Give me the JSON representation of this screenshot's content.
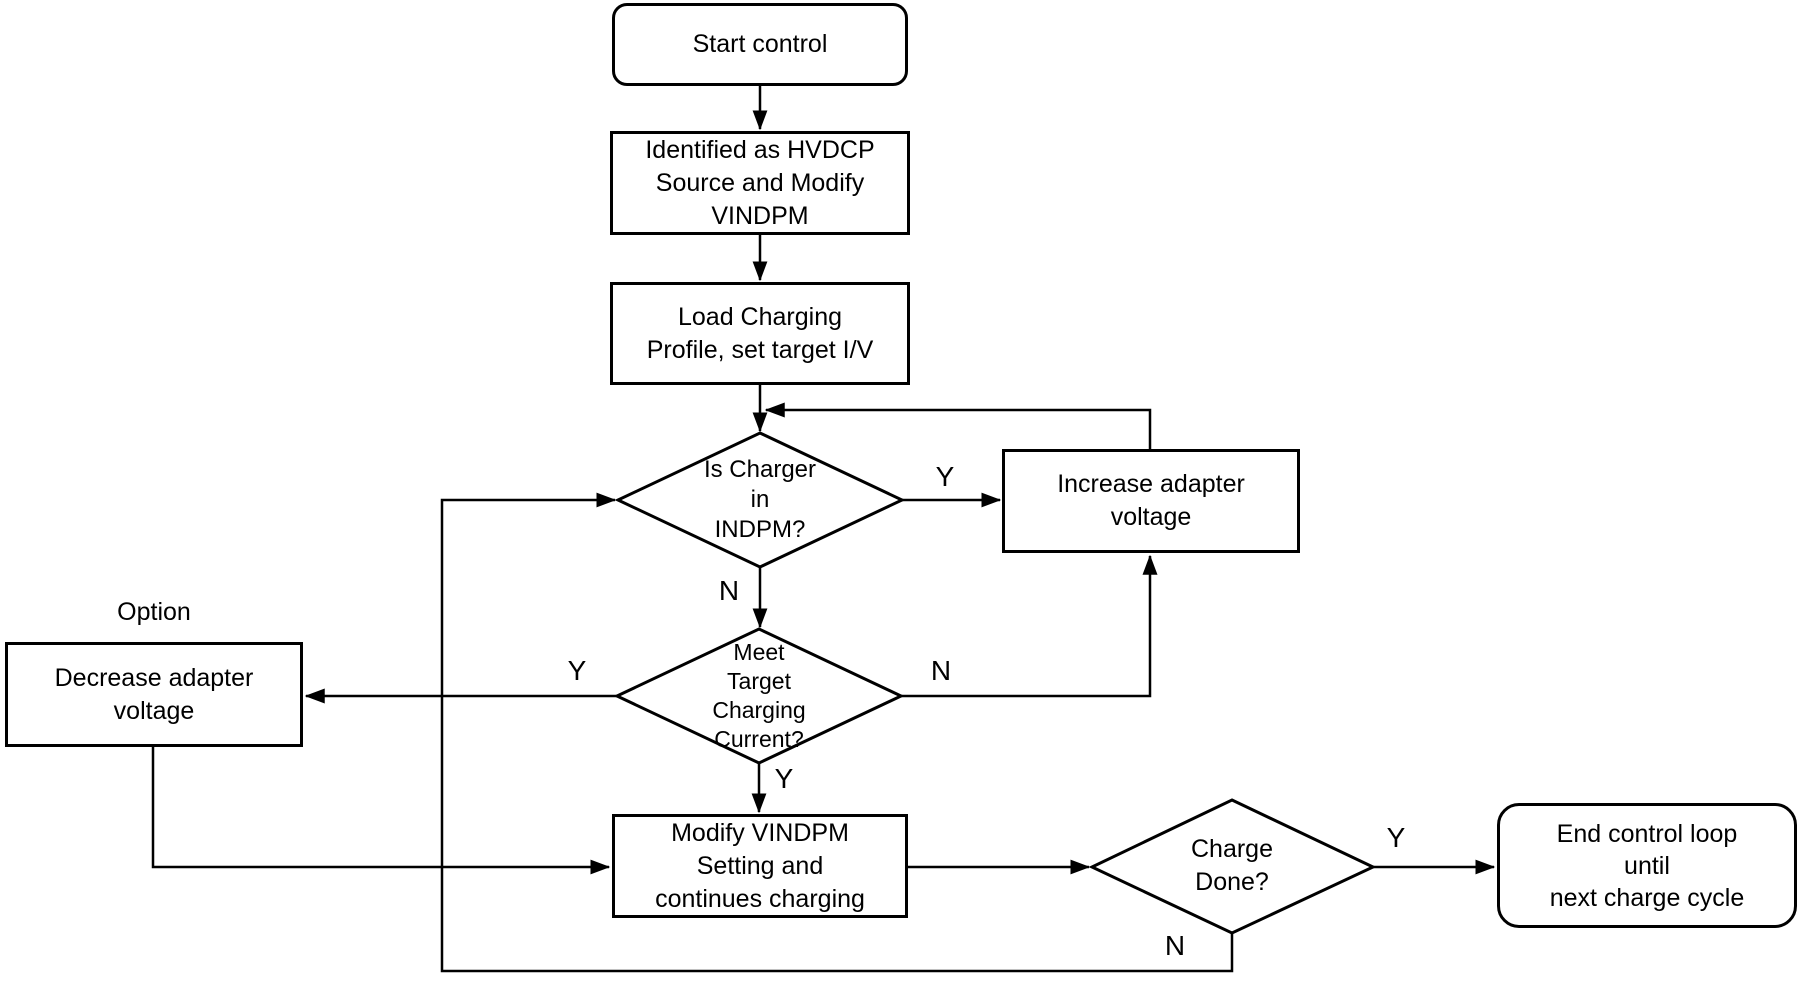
{
  "diagram": {
    "background_color": "#ffffff",
    "line_color": "#000000",
    "node_fill_color": "#ffffff",
    "nodes": {
      "start": {
        "label": "Start control",
        "shape": "rounded"
      },
      "identify_hvdcp": {
        "label": "Identified as HVDCP\nSource and Modify\nVINDPM",
        "shape": "rect"
      },
      "load_profile": {
        "label": "Load Charging\nProfile, set target I/V",
        "shape": "rect"
      },
      "indpm_decision": {
        "label": "Is Charger\nin\nINDPM?",
        "shape": "diamond"
      },
      "increase_voltage": {
        "label": "Increase adapter\nvoltage",
        "shape": "rect"
      },
      "meet_current_decision": {
        "label": "Meet\nTarget\nCharging\nCurrent?",
        "shape": "diamond"
      },
      "option_note": {
        "label": "Option"
      },
      "decrease_voltage": {
        "label": "Decrease adapter\nvoltage",
        "shape": "rect"
      },
      "modify_vindpm": {
        "label": "Modify VINDPM\nSetting and\ncontinues charging",
        "shape": "rect"
      },
      "charge_done_decision": {
        "label": "Charge\nDone?",
        "shape": "diamond"
      },
      "end_loop": {
        "label": "End control loop\nuntil\nnext charge cycle",
        "shape": "rounded"
      }
    },
    "edge_labels": {
      "indpm_yes": "Y",
      "indpm_no": "N",
      "meet_yes_left": "Y",
      "meet_no_right": "N",
      "meet_yes_down": "Y",
      "done_yes": "Y",
      "done_no": "N"
    }
  }
}
